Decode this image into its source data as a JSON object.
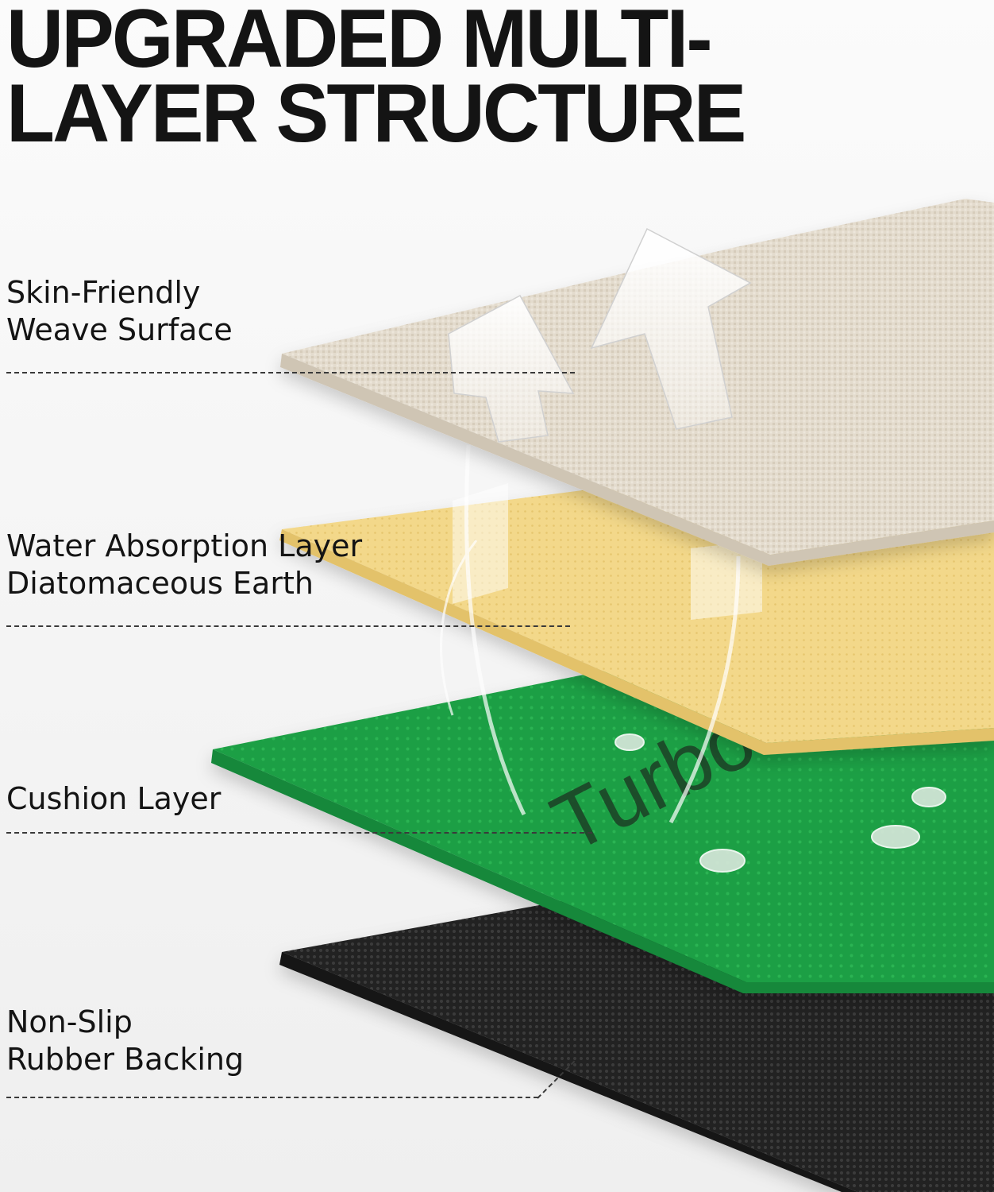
{
  "headline": {
    "line1": "UPGRADED MULTI-",
    "line2": "LAYER STRUCTURE"
  },
  "layers": [
    {
      "line1": "Skin-Friendly",
      "line2": "Weave Surface",
      "color": "#e4dccf"
    },
    {
      "line1": "Water Absorption Layer",
      "line2": "Diatomaceous Earth",
      "color": "#f3d98c"
    },
    {
      "line1": "Cushion Layer",
      "line2": "",
      "color": "#1fa044"
    },
    {
      "line1": "Non-Slip",
      "line2": "Rubber Backing",
      "color": "#1e1e1e"
    }
  ],
  "brand_mark": "TurboM"
}
